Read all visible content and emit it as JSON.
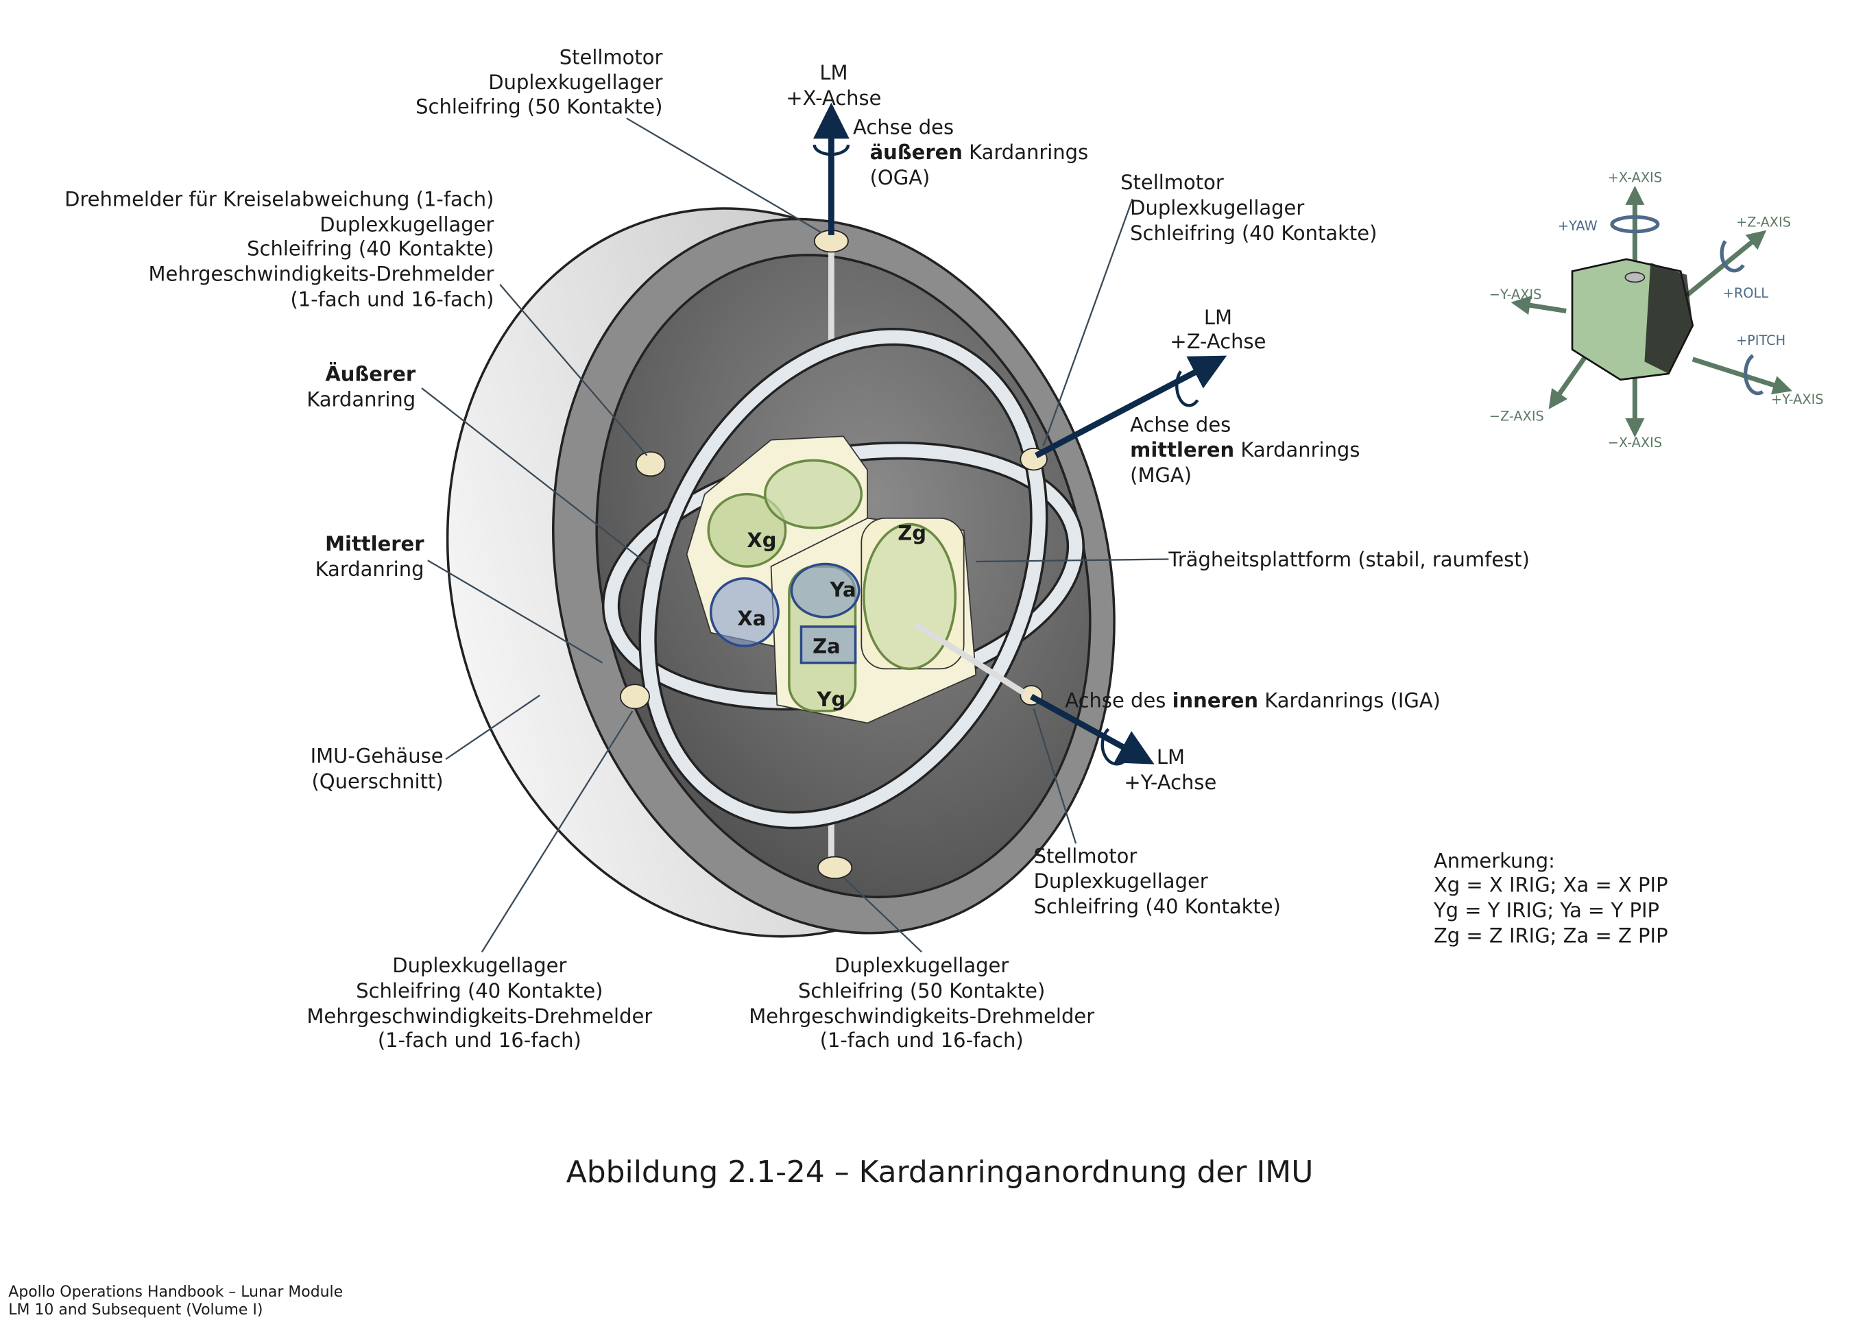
{
  "labels": {
    "top_motor": [
      "Stellmotor",
      "Duplexkugellager",
      "Schleifring (50 Kontakte)"
    ],
    "x_axis": [
      "LM",
      "+X-Achse"
    ],
    "oga": {
      "line1": "Achse des",
      "bold": "äußeren",
      "rest": " Kardanrings",
      "line3": "(OGA)"
    },
    "resolver_block": [
      "Drehmelder für Kreiselabweichung (1-fach)",
      "Duplexkugellager",
      "Schleifring (40 Kontakte)",
      "Mehrgeschwindigkeits-Drehmelder",
      "(1-fach und 16-fach)"
    ],
    "right_motor": [
      "Stellmotor",
      "Duplexkugellager",
      "Schleifring (40 Kontakte)"
    ],
    "z_axis": [
      "LM",
      "+Z-Achse"
    ],
    "mga": {
      "line1": "Achse des",
      "bold": "mittleren",
      "rest": " Kardanrings",
      "line3": "(MGA)"
    },
    "outer_gimbal": {
      "bold": "Äußerer",
      "line2": "Kardanring"
    },
    "middle_gimbal": {
      "bold": "Mittlerer",
      "line2": "Kardanring"
    },
    "platform": "Trägheitsplattform (stabil, raumfest)",
    "iga": {
      "pre": "Achse des ",
      "bold": "inneren",
      "rest": " Kardanrings (IGA)"
    },
    "y_axis": [
      "LM",
      "+Y-Achse"
    ],
    "housing": [
      "IMU-Gehäuse",
      "(Querschnitt)"
    ],
    "lower_right_motor": [
      "Stellmotor",
      "Duplexkugellager",
      "Schleifring (40 Kontakte)"
    ],
    "bottom_left": [
      "Duplexkugellager",
      "Schleifring (40 Kontakte)",
      "Mehrgeschwindigkeits-Drehmelder",
      "(1-fach und 16-fach)"
    ],
    "bottom_mid": [
      "Duplexkugellager",
      "Schleifring (50 Kontakte)",
      "Mehrgeschwindigkeits-Drehmelder",
      "(1-fach und 16-fach)"
    ],
    "note": [
      "Anmerkung:",
      "Xg = X IRIG; Xa = X PIP",
      "Yg = Y IRIG; Ya = Y PIP",
      "Zg = Z IRIG; Za = Z PIP"
    ],
    "instruments": {
      "xg": "Xg",
      "xa": "Xa",
      "ya": "Ya",
      "za": "Za",
      "yg": "Yg",
      "zg": "Zg"
    }
  },
  "inset": {
    "px_axis": "+X-AXIS",
    "yaw": "+YAW",
    "pz_axis": "+Z-AXIS",
    "my_axis": "−Y-AXIS",
    "roll": "+ROLL",
    "pitch": "+PITCH",
    "py_axis": "+Y-AXIS",
    "mz_axis": "−Z-AXIS",
    "mx_axis": "−X-AXIS"
  },
  "caption": "Abbildung 2.1-24 – Kardanringanordnung der IMU",
  "footer": [
    "Apollo Operations Handbook – Lunar Module",
    "LM 10 and Subsequent (Volume I)"
  ],
  "colors": {
    "arrow": "#0d2a4a",
    "axis_green": "#5b7a64",
    "rot_blue": "#4e6a86",
    "gyro_green": "#b9cf8f",
    "pip_blue": "#8aa0cc"
  }
}
